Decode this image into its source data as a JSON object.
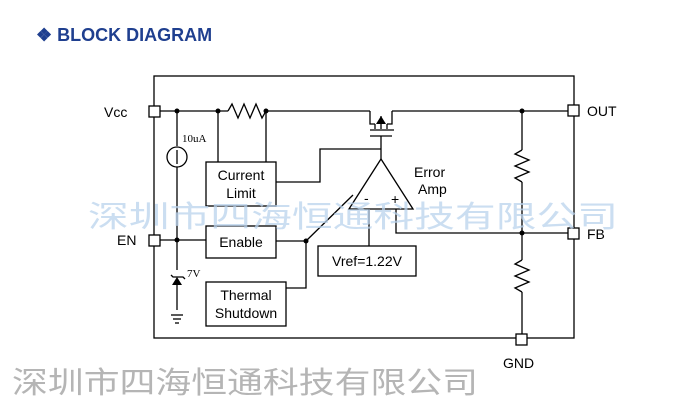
{
  "title": {
    "bullet_icon": "diamond-bullet-icon",
    "text": "BLOCK DIAGRAM",
    "color": "#1f3f8f"
  },
  "pins": {
    "vcc": "Vcc",
    "en": "EN",
    "out": "OUT",
    "fb": "FB",
    "gnd": "GND"
  },
  "blocks": {
    "current_limit_line1": "Current",
    "current_limit_line2": "Limit",
    "enable": "Enable",
    "thermal_line1": "Thermal",
    "thermal_line2": "Shutdown",
    "vref": "Vref=1.22V",
    "error_amp_line1": "Error",
    "error_amp_line2": "Amp",
    "amp_minus": "-",
    "amp_plus": "+"
  },
  "annotations": {
    "current_source": "10uA",
    "zener": "7V"
  },
  "watermark": {
    "text": "深圳市四海恒通科技有限公司",
    "color_light": "#b9d3ec",
    "color_dark": "#b5b5b5"
  }
}
